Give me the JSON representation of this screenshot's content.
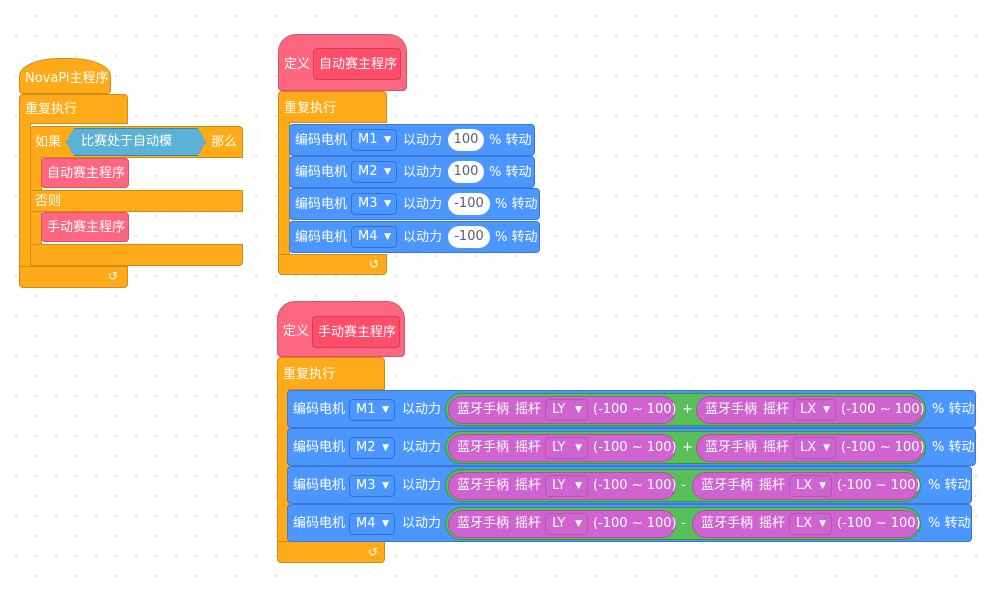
{
  "script1": {
    "hat_label": "NovaPi主程序",
    "forever_label": "重复执行",
    "if_label": "如果",
    "condition_label": "比赛处于自动模式？",
    "then_label": "那么",
    "call_auto": "自动赛主程序",
    "else_label": "否则",
    "call_manual": "手动赛主程序",
    "loop_icon": "↺"
  },
  "script2": {
    "define_label": "定义",
    "proc_name": "自动赛主程序",
    "forever_label": "重复执行",
    "loop_icon": "↺",
    "rows": [
      {
        "block": "编码电机",
        "motor": "M1",
        "power_label": "以动力",
        "value": "100",
        "suffix": "% 转动"
      },
      {
        "block": "编码电机",
        "motor": "M2",
        "power_label": "以动力",
        "value": "100",
        "suffix": "% 转动"
      },
      {
        "block": "编码电机",
        "motor": "M3",
        "power_label": "以动力",
        "value": "-100",
        "suffix": "% 转动"
      },
      {
        "block": "编码电机",
        "motor": "M4",
        "power_label": "以动力",
        "value": "-100",
        "suffix": "% 转动"
      }
    ]
  },
  "script3": {
    "define_label": "定义",
    "proc_name": "手动赛主程序",
    "forever_label": "重复执行",
    "loop_icon": "↺",
    "rows": [
      {
        "block": "编码电机",
        "motor": "M1",
        "power_label": "以动力",
        "left": {
          "gamepad": "蓝牙手柄",
          "stick": "摇杆",
          "axis": "LY",
          "range": "(-100 ~ 100)"
        },
        "op": "+",
        "right": {
          "gamepad": "蓝牙手柄",
          "stick": "摇杆",
          "axis": "LX",
          "range": "(-100 ~ 100)"
        },
        "suffix": "% 转动"
      },
      {
        "block": "编码电机",
        "motor": "M2",
        "power_label": "以动力",
        "left": {
          "gamepad": "蓝牙手柄",
          "stick": "摇杆",
          "axis": "LY",
          "range": "(-100 ~ 100)"
        },
        "op": "+",
        "right": {
          "gamepad": "蓝牙手柄",
          "stick": "摇杆",
          "axis": "LX",
          "range": "(-100 ~ 100)"
        },
        "suffix": "% 转动"
      },
      {
        "block": "编码电机",
        "motor": "M3",
        "power_label": "以动力",
        "left": {
          "gamepad": "蓝牙手柄",
          "stick": "摇杆",
          "axis": "LY",
          "range": "(-100 ~ 100)"
        },
        "op": "-",
        "right": {
          "gamepad": "蓝牙手柄",
          "stick": "摇杆",
          "axis": "LX",
          "range": "(-100 ~ 100)"
        },
        "suffix": "% 转动"
      },
      {
        "block": "编码电机",
        "motor": "M4",
        "power_label": "以动力",
        "left": {
          "gamepad": "蓝牙手柄",
          "stick": "摇杆",
          "axis": "LY",
          "range": "(-100 ~ 100)"
        },
        "op": "-",
        "right": {
          "gamepad": "蓝牙手柄",
          "stick": "摇杆",
          "axis": "LX",
          "range": "(-100 ~ 100)"
        },
        "suffix": "% 转动"
      }
    ]
  },
  "colors": {
    "control": "#ffab19",
    "my_blocks": "#ff6680",
    "motor": "#4c97ff",
    "operator": "#59c059",
    "gamepad": "#cf63cf",
    "sensing": "#5cb1d6"
  },
  "dropdown_icon": "▼"
}
